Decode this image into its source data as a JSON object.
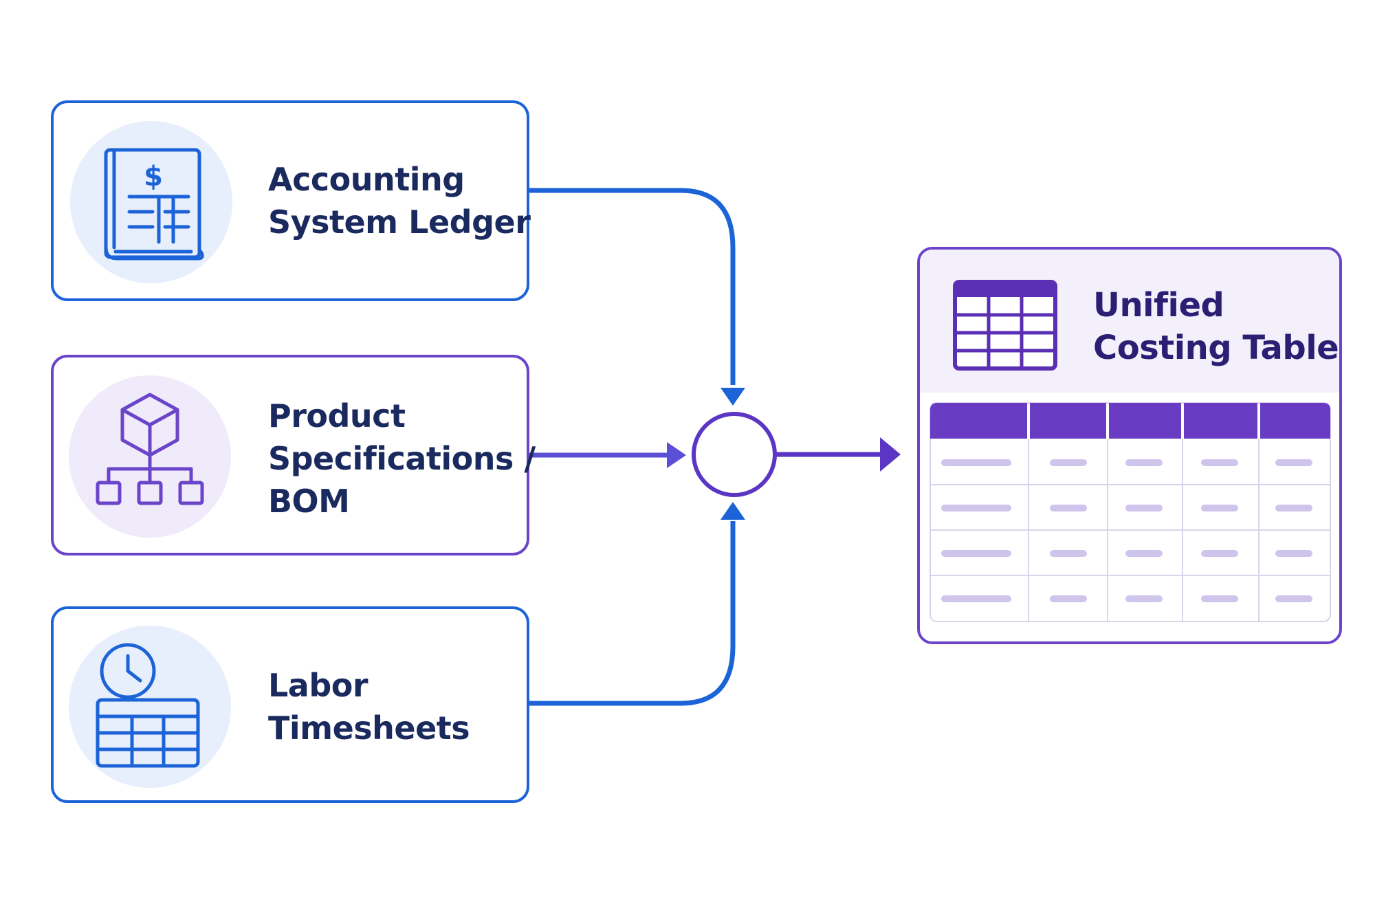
{
  "sources": [
    {
      "id": "ledger",
      "lines": [
        "Accounting",
        "System Ledger"
      ],
      "color": "#1c63d8",
      "icon": "ledger-book-icon"
    },
    {
      "id": "bom",
      "lines": [
        "Product",
        "Specifications /",
        "BOM"
      ],
      "color": "#6a45c9",
      "icon": "product-hierarchy-icon"
    },
    {
      "id": "labor",
      "lines": [
        "Labor",
        "Timesheets"
      ],
      "color": "#1c63d8",
      "icon": "clock-timesheet-icon"
    }
  ],
  "output": {
    "lines": [
      "Unified",
      "Costing Table"
    ],
    "color": "#6a45c9",
    "icon": "table-icon"
  },
  "colors": {
    "blue": "#1c63d8",
    "purple": "#6a45c9",
    "text_dark": "#1a2a5e",
    "output_text": "#2a1f73"
  }
}
